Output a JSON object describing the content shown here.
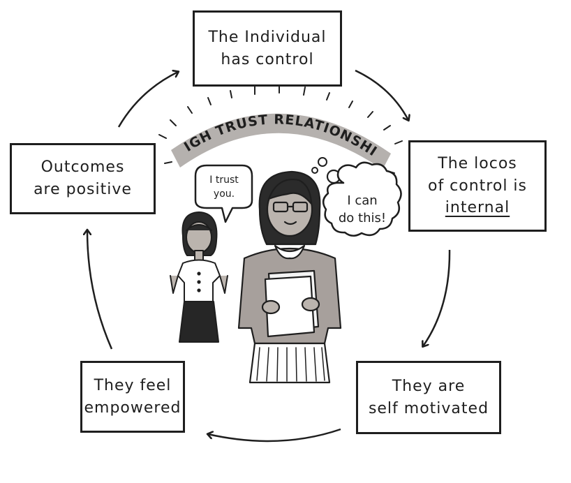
{
  "banner": {
    "text": "HIGH TRUST RELATIONSHIP"
  },
  "cycle": [
    {
      "id": "top",
      "lines": [
        "The Individual",
        "has control"
      ]
    },
    {
      "id": "right",
      "lines": [
        "The locos",
        "of control is",
        "internal"
      ]
    },
    {
      "id": "bottom-right",
      "lines": [
        "They are",
        "self motivated"
      ]
    },
    {
      "id": "bottom-left",
      "lines": [
        "They feel",
        "empowered"
      ]
    },
    {
      "id": "left",
      "lines": [
        "Outcomes",
        "are positive"
      ]
    }
  ],
  "speech_bubble": {
    "lines": [
      "I trust",
      "you."
    ]
  },
  "thought_bubble": {
    "lines": [
      "I can",
      "do this!"
    ]
  },
  "colors": {
    "ink": "#1e1e1e",
    "banner": "#b5b1ae",
    "cardigan": "#a7a09c",
    "hair": "#2b2b2b",
    "skin": "#bbb4ae",
    "paper": "#f4f4f4",
    "skirt_dark": "#262626"
  }
}
